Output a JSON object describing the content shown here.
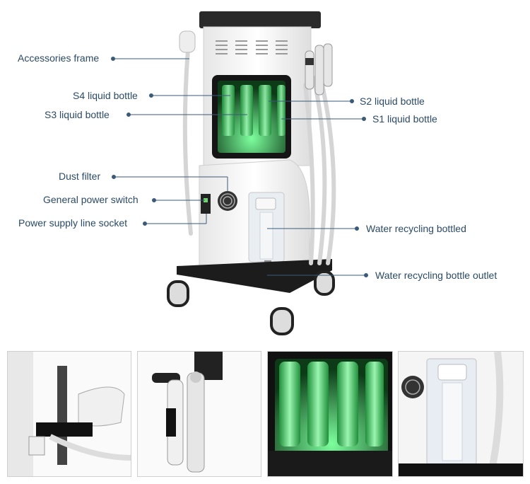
{
  "callouts": {
    "left": [
      "Accessories frame",
      "S4 liquid bottle",
      "S3 liquid bottle",
      "Dust filter",
      "General power switch",
      "Power supply line socket"
    ],
    "right": [
      "S2 liquid bottle",
      "S1 liquid bottle",
      "Water recycling bottled",
      "Water recycling bottle outlet"
    ]
  },
  "colors": {
    "label_text": "#2a4a66",
    "leader_line": "#3a5a78",
    "bottle_glow": "#39d86a",
    "body": "#f2f2f2",
    "frame": "#222222"
  },
  "detail_thumbnails": [
    "handpiece-holder-closeup",
    "handpieces-closeup",
    "liquid-bottles-closeup",
    "water-recycling-closeup"
  ]
}
